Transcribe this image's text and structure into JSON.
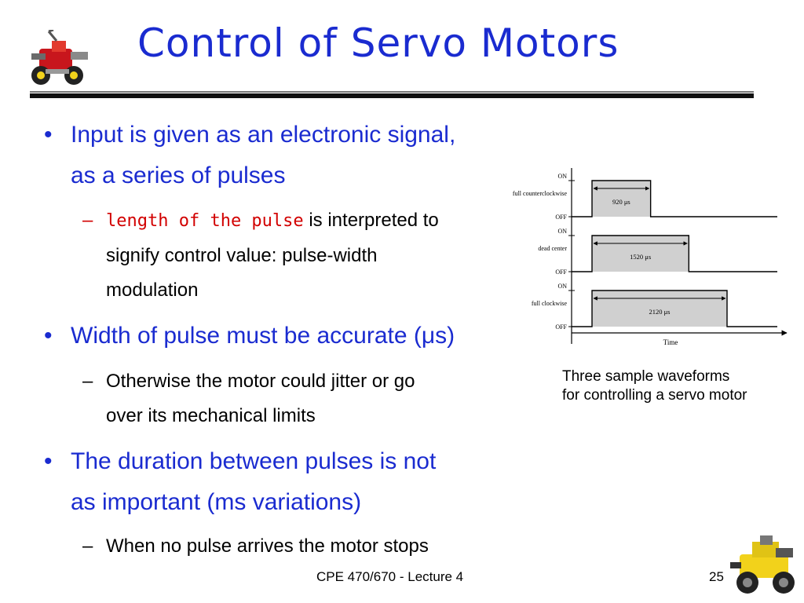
{
  "slide": {
    "title": "Control of Servo Motors",
    "bullets": [
      {
        "line1": "Input is given as an electronic signal,",
        "line2": "as a series of pulses",
        "subs": [
          {
            "highlight": "length of the pulse",
            "line1_rest": " is interpreted to",
            "line2": "signify control value: pulse-width",
            "line3": "modulation"
          }
        ]
      },
      {
        "text": "Width of pulse must be accurate (μs)",
        "subs": [
          {
            "line1": "Otherwise the motor could jitter or go",
            "line2": "over its mechanical limits"
          }
        ]
      },
      {
        "line1": "The duration between pulses is not",
        "line2": "as important (ms variations)",
        "subs": [
          {
            "line1": "When no pulse arrives the motor stops"
          }
        ]
      }
    ],
    "figure": {
      "waveforms": [
        {
          "label": "full counterclockwise",
          "width_label": "920 μs",
          "pulse_us": 920
        },
        {
          "label": "dead center",
          "width_label": "1520 μs",
          "pulse_us": 1520
        },
        {
          "label": "full clockwise",
          "width_label": "2120 μs",
          "pulse_us": 2120
        }
      ],
      "on_label": "ON",
      "off_label": "OFF",
      "time_label": "Time",
      "caption_line1": "Three sample waveforms",
      "caption_line2": "for controlling a servo motor",
      "colors": {
        "pulse_fill": "#d0d0d0",
        "line": "#000000"
      }
    },
    "footer": "CPE 470/670 - Lecture 4",
    "page_number": "25",
    "colors": {
      "title": "#1a2bd0",
      "bullet": "#1a2bd0",
      "highlight": "#d20000"
    }
  }
}
